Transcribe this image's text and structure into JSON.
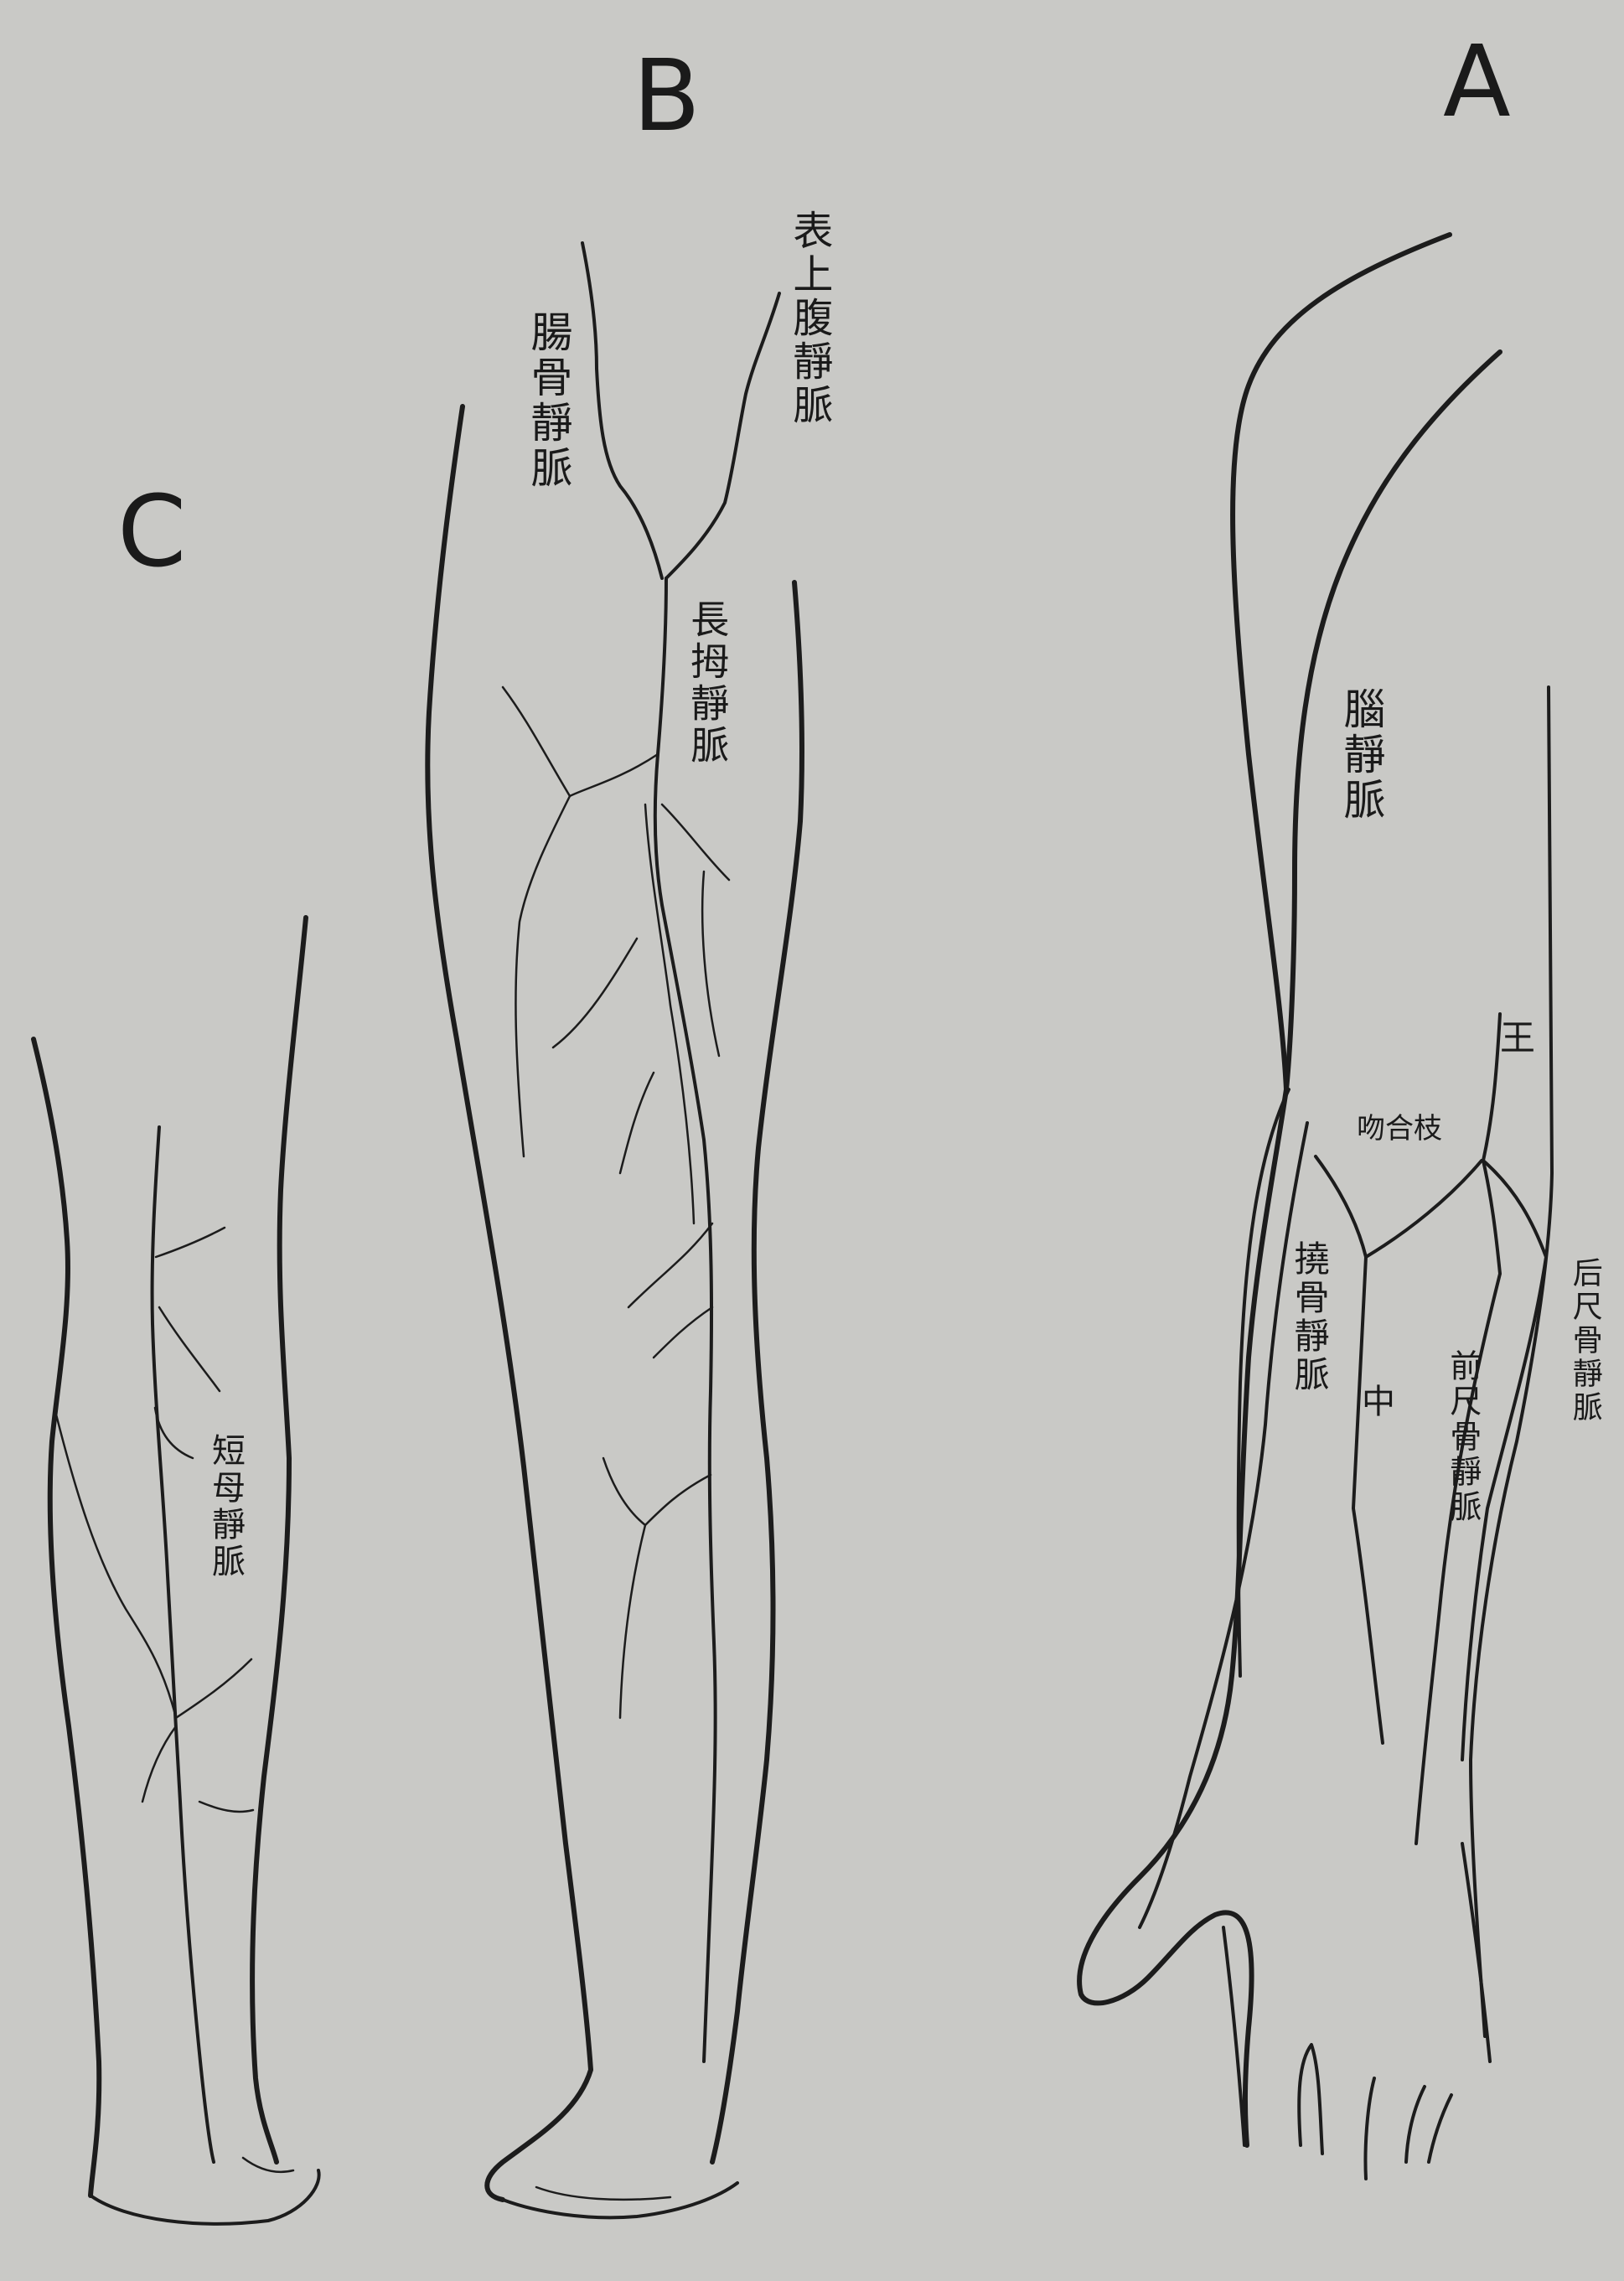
{
  "panels": {
    "a": {
      "letter": "A"
    },
    "b": {
      "letter": "B"
    },
    "c": {
      "letter": "C"
    }
  },
  "labels": {
    "a": {
      "cephalic_vein": "腦靜脈",
      "basilic_mark": "王",
      "anastomosis": "吻合枝",
      "radial_vein": "撓骨靜脈",
      "median": "中",
      "anterior_ulnar_vein": "前尺骨靜脈",
      "posterior_ulnar_vein": "后尺骨靜脈"
    },
    "b": {
      "superficial_epigastric_vein": "表上腹靜脈",
      "iliac_vein": "腸骨靜脈",
      "great_saphenous_vein": "長拇靜脈"
    },
    "c": {
      "small_saphenous_vein": "短母靜脈"
    }
  },
  "colors": {
    "paper": "#c9c9c6",
    "ink": "#1c1c1c"
  }
}
